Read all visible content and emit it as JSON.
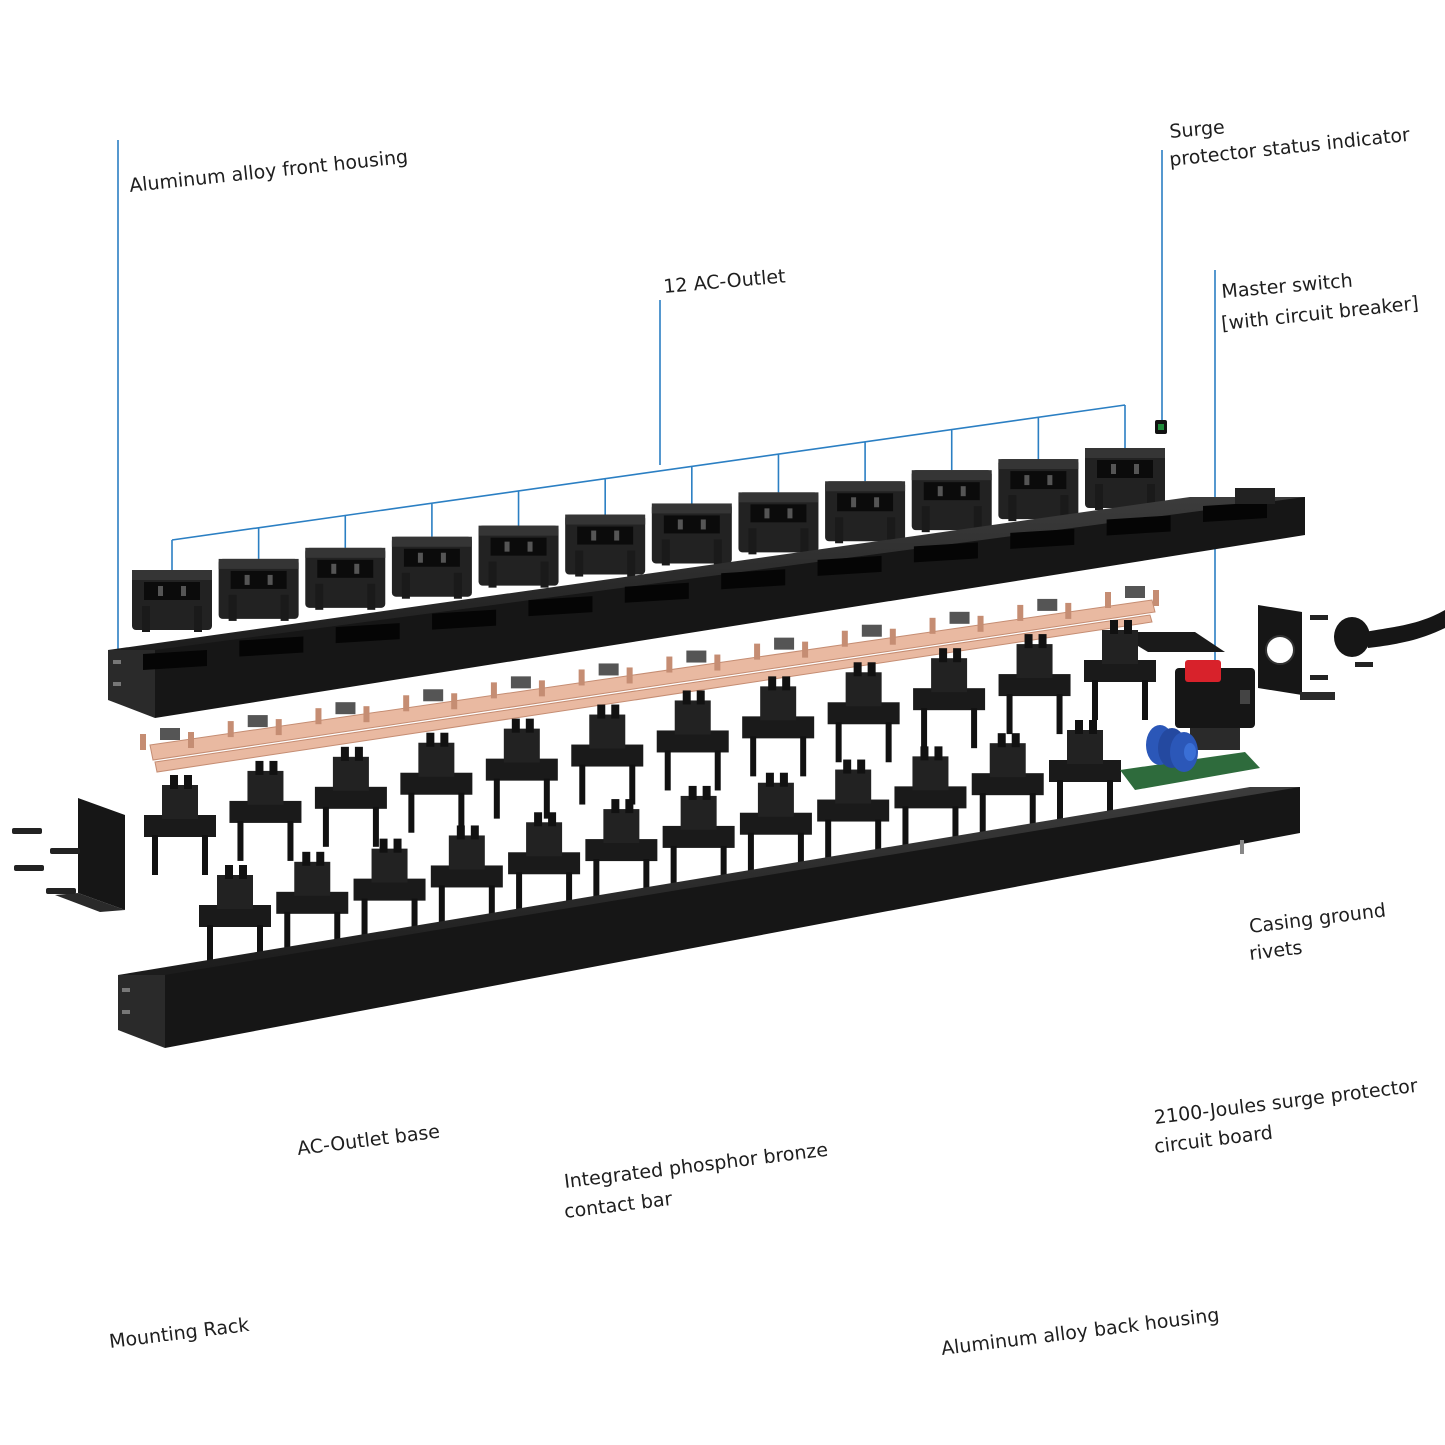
{
  "labels": {
    "front_housing": "Aluminum alloy front housing",
    "status_indicator_line1": "Surge",
    "status_indicator_line2": "protector status indicator",
    "outlets": "12 AC-Outlet",
    "master_switch_line1": "Master switch",
    "master_switch_line2": "[with circuit breaker]",
    "ground_rivets_line1": "Casing ground",
    "ground_rivets_line2": "rivets",
    "outlet_base": "AC-Outlet base",
    "contact_bar_line1": "Integrated phosphor bronze",
    "contact_bar_line2": "contact bar",
    "surge_board_line1": "2100-Joules surge protector",
    "surge_board_line2": "circuit board",
    "mounting_rack": "Mounting Rack",
    "back_housing": "Aluminum alloy back housing"
  },
  "colors": {
    "leader": "#2b7fc3",
    "housing": "#161616",
    "copper": "#e9b9a1",
    "switch_red": "#d8222b",
    "varistor_blue": "#2b57b8",
    "indicator_green": "#1f8a3a"
  },
  "outlet_count": 12
}
